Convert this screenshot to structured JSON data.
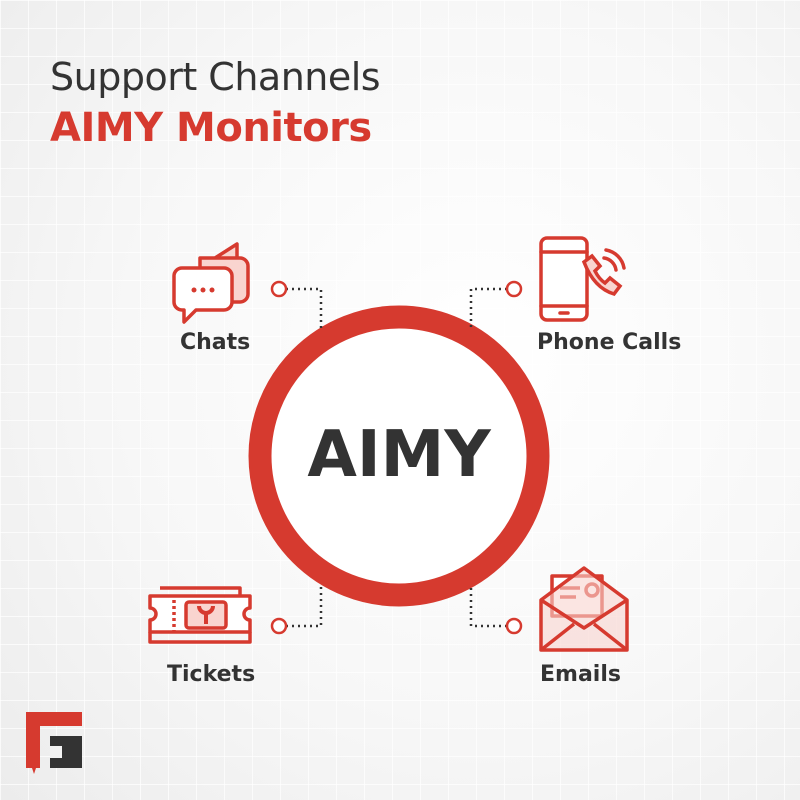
{
  "title_line1": "Support Channels",
  "title_line2": "AIMY Monitors",
  "center_label": "AIMY",
  "channels": [
    {
      "label": "Chats",
      "icon": "chat-bubbles-icon"
    },
    {
      "label": "Phone Calls",
      "icon": "phone-call-icon"
    },
    {
      "label": "Tickets",
      "icon": "ticket-icon"
    },
    {
      "label": "Emails",
      "icon": "email-icon"
    }
  ],
  "colors": {
    "accent": "#d63a2f",
    "text": "#333333",
    "accent_light": "#f9d4cf"
  }
}
